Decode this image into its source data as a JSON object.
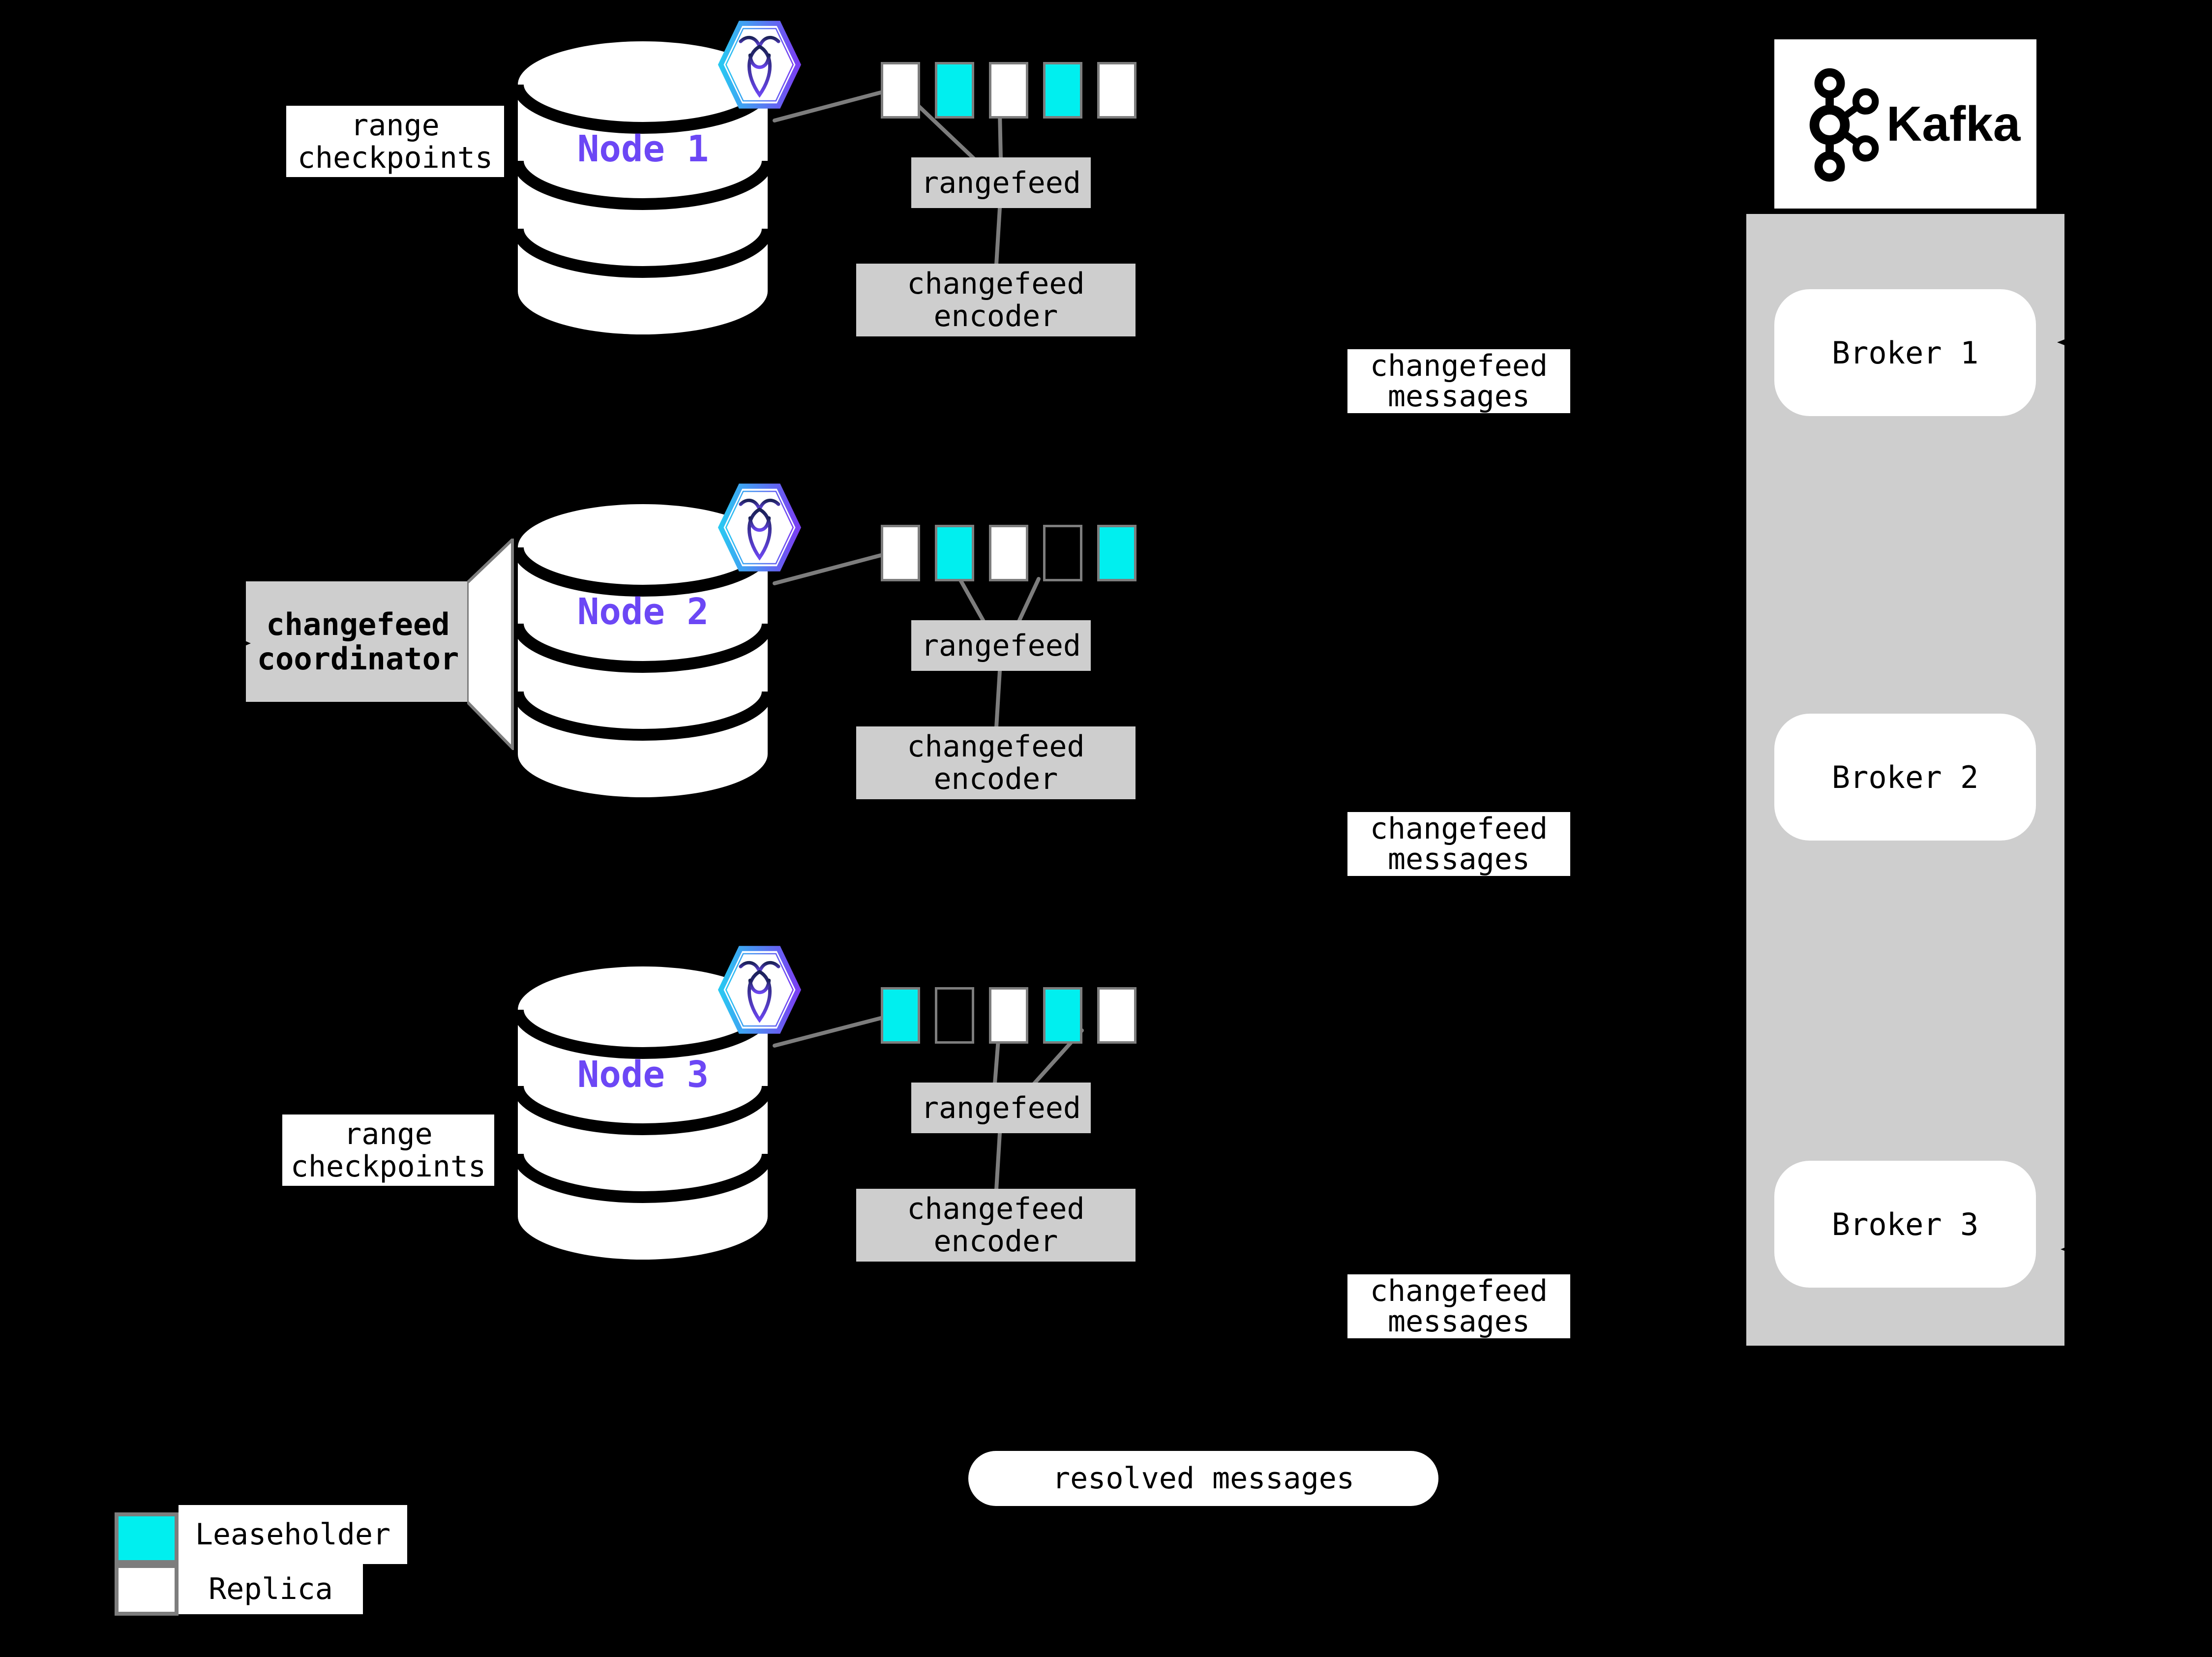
{
  "nodes": [
    {
      "name": "Node 1",
      "ranges": [
        "replica",
        "leaseholder",
        "replica",
        "leaseholder",
        "replica"
      ]
    },
    {
      "name": "Node 2",
      "ranges": [
        "replica",
        "leaseholder",
        "replica",
        "empty",
        "leaseholder"
      ]
    },
    {
      "name": "Node 3",
      "ranges": [
        "leaseholder",
        "empty",
        "replica",
        "leaseholder",
        "replica"
      ]
    }
  ],
  "labels": {
    "range_checkpoints": "range\ncheckpoints",
    "rangefeed": "rangefeed",
    "changefeed_encoder": "changefeed\nencoder",
    "changefeed_messages": "changefeed\nmessages",
    "changefeed_coordinator": "changefeed\ncoordinator",
    "resolved_messages": "resolved messages"
  },
  "kafka": {
    "title": "Kafka",
    "brokers": [
      "Broker 1",
      "Broker 2",
      "Broker 3"
    ]
  },
  "legend": [
    {
      "label": "Leaseholder",
      "type": "leaseholder"
    },
    {
      "label": "Replica",
      "type": "replica"
    }
  ],
  "icons": [
    "cockroachdb-logo-icon",
    "kafka-logo-icon",
    "database-cylinder-icon"
  ],
  "colors": {
    "background": "#000000",
    "leaseholder": "#00efef",
    "replica": "#ffffff",
    "box_gray": "#cecece",
    "line_gray": "#7d7d7d",
    "node_purple": "#6c47f5",
    "text": "#000000"
  }
}
